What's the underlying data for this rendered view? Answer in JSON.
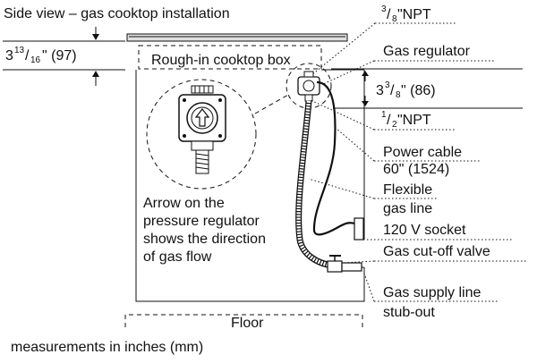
{
  "title": "Side view – gas cooktop installation",
  "footer_note": "measurements in inches (mm)",
  "labels": {
    "cooktop_box": "Rough-in cooktop box",
    "floor": "Floor",
    "arrow_note": [
      "Arrow on the",
      "pressure regulator",
      "shows the direction",
      "of gas flow"
    ],
    "npt_top": {
      "num": "3",
      "den": "8",
      "unit": "\"NPT"
    },
    "gas_regulator": "Gas regulator",
    "dim_regulator": {
      "whole": "3",
      "num": "3",
      "den": "8",
      "rest": "\" (86)"
    },
    "npt_bottom": {
      "num": "1",
      "den": "2",
      "unit": "\"NPT"
    },
    "power_cable": [
      "Power cable",
      "60\" (1524)"
    ],
    "flexible_gas_line": [
      "Flexible",
      "gas line"
    ],
    "socket": "120 V socket",
    "cutoff_valve": "Gas cut-off valve",
    "supply_stub": [
      "Gas supply line",
      "stub-out"
    ],
    "dim_top": {
      "whole": "3",
      "num": "13",
      "den": "16",
      "rest": "\" (97)"
    }
  }
}
